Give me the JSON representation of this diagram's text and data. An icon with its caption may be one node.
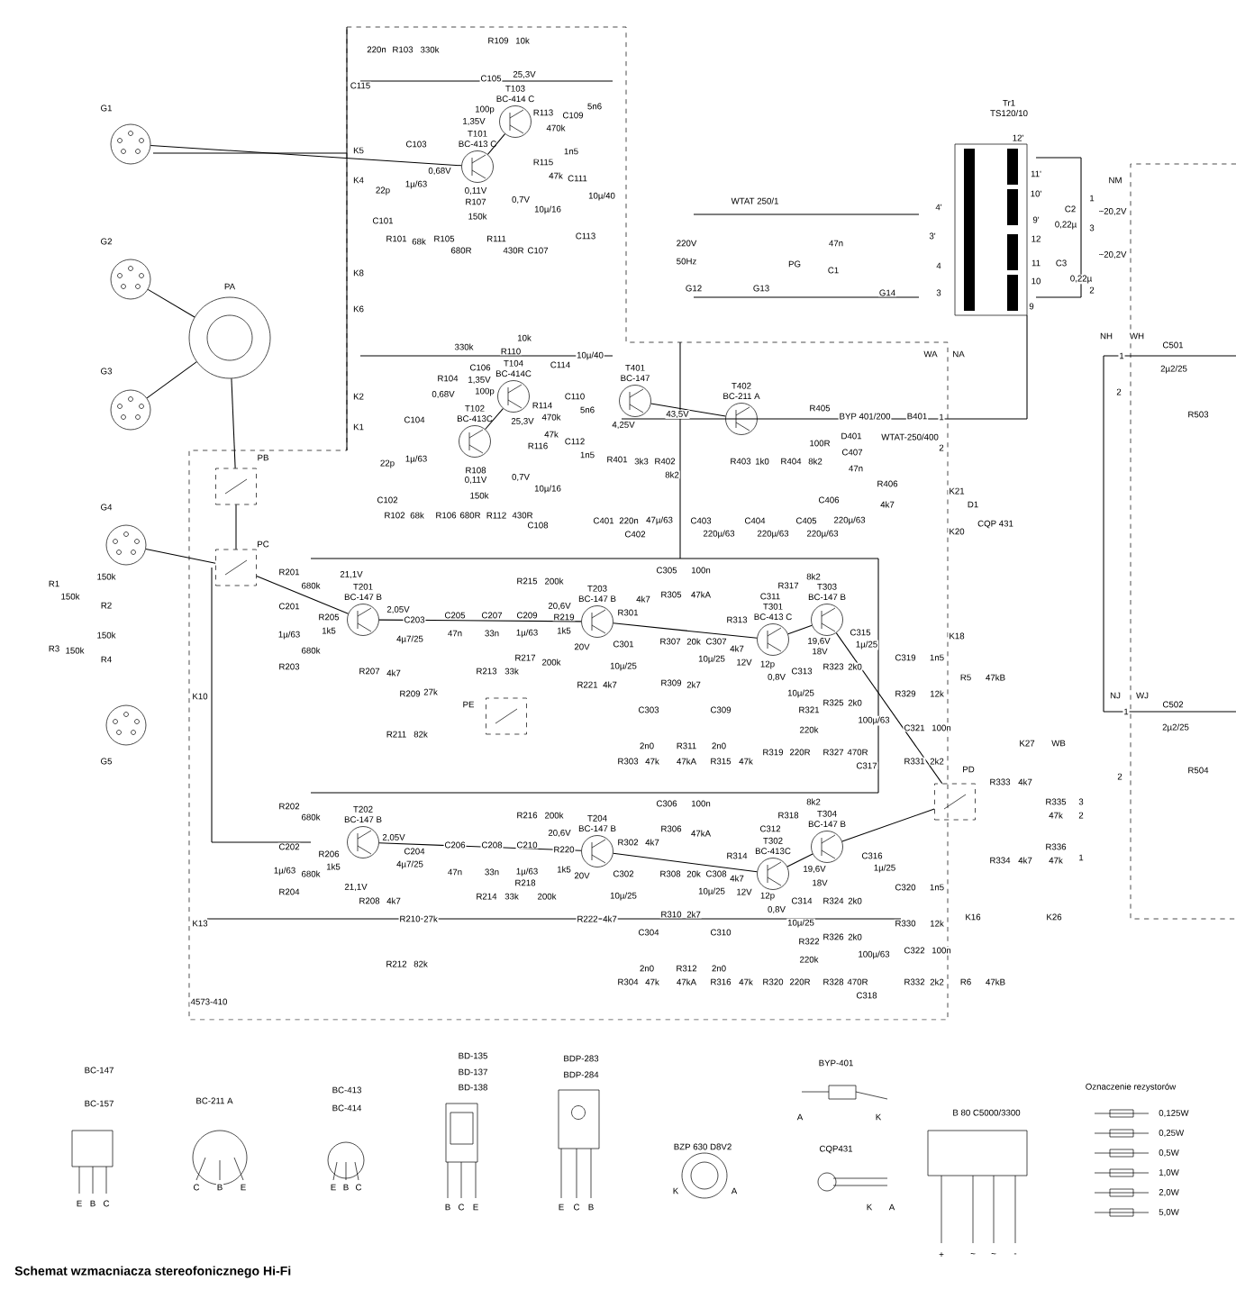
{
  "diagram": {
    "caption": "Schemat wzmacniacza stereofonicznego Hi-Fi",
    "nodes": [
      {
        "text": [
          "G1"
        ]
      },
      {
        "text": [
          "G2"
        ]
      },
      {
        "text": [
          "G3"
        ]
      },
      {
        "text": [
          "G4"
        ]
      },
      {
        "text": [
          "G5"
        ]
      },
      {
        "text": [
          "PA"
        ]
      },
      {
        "text": [
          "PB"
        ]
      },
      {
        "text": [
          "PC"
        ]
      },
      {
        "text": [
          "PE"
        ]
      },
      {
        "text": [
          "PD"
        ]
      },
      {
        "text": [
          "Tr1",
          "TS120/10"
        ]
      },
      {
        "text": [
          "T101",
          "BC-413 C"
        ]
      },
      {
        "text": [
          "T103",
          "BC-414 C"
        ]
      },
      {
        "text": [
          "T102",
          "BC-413C"
        ]
      },
      {
        "text": [
          "T104",
          "BC-414C"
        ]
      },
      {
        "text": [
          "T401",
          "BC-147"
        ]
      },
      {
        "text": [
          "T402",
          "BC-211 A"
        ]
      },
      {
        "text": [
          "T201",
          "BC-147 B"
        ]
      },
      {
        "text": [
          "T203",
          "BC-147 B"
        ]
      },
      {
        "text": [
          "T301",
          "BC-413 C"
        ]
      },
      {
        "text": [
          "T303",
          "BC-147 B"
        ]
      },
      {
        "text": [
          "T202",
          "BC-147 B"
        ]
      },
      {
        "text": [
          "T204",
          "BC-147 B"
        ]
      },
      {
        "text": [
          "T302",
          "BC-413C"
        ]
      },
      {
        "text": [
          "T304",
          "BC-147 B"
        ]
      }
    ],
    "edges": [
      {
        "from": 0,
        "to": 11,
        "arrow": "none"
      },
      {
        "from": 1,
        "to": 5,
        "arrow": "none"
      },
      {
        "from": 2,
        "to": 5,
        "arrow": "none"
      },
      {
        "from": 5,
        "to": 6,
        "arrow": "none"
      },
      {
        "from": 6,
        "to": 7,
        "arrow": "none"
      },
      {
        "from": 3,
        "to": 7,
        "arrow": "none"
      },
      {
        "from": 7,
        "to": 17,
        "arrow": "none"
      },
      {
        "from": 11,
        "to": 12,
        "arrow": "none"
      },
      {
        "from": 13,
        "to": 14,
        "arrow": "none"
      },
      {
        "from": 15,
        "to": 16,
        "arrow": "none"
      },
      {
        "from": 17,
        "to": 18,
        "arrow": "none"
      },
      {
        "from": 18,
        "to": 19,
        "arrow": "none"
      },
      {
        "from": 19,
        "to": 20,
        "arrow": "none"
      },
      {
        "from": 21,
        "to": 22,
        "arrow": "none"
      },
      {
        "from": 22,
        "to": 23,
        "arrow": "none"
      },
      {
        "from": 23,
        "to": 24,
        "arrow": "none"
      },
      {
        "from": 20,
        "to": 9,
        "arrow": "none"
      },
      {
        "from": 24,
        "to": 9,
        "arrow": "none"
      }
    ],
    "labels": [
      "K5",
      "K4",
      "K8",
      "K6",
      "K2",
      "K1",
      "C115",
      "220n",
      "R103",
      "330k",
      "R109",
      "10k",
      "C105",
      "100p",
      "25,3V",
      "1,35V",
      "0,68V",
      "C103",
      "1µ/63",
      "R113",
      "470k",
      "C109",
      "5n6",
      "R115",
      "47k",
      "C111",
      "1n5",
      "0,11V",
      "R107",
      "150k",
      "0,7V",
      "10µ/16",
      "C101",
      "22p",
      "R101",
      "68k",
      "R105",
      "680R",
      "R111",
      "430R",
      "C107",
      "C113",
      "10µ/40",
      "R104",
      "330k",
      "R110",
      "10k",
      "C106",
      "100p",
      "25,3V",
      "1,35V",
      "0,68V",
      "C114",
      "10µ/40",
      "C110",
      "5n6",
      "R114",
      "470k",
      "R116",
      "47k",
      "C112",
      "1n5",
      "C104",
      "1µ/63",
      "C102",
      "22p",
      "R102",
      "68k",
      "R106",
      "680R",
      "R108",
      "150k",
      "0,11V",
      "0,7V",
      "R112",
      "430R",
      "C108",
      "10µ/16",
      "C401",
      "220n",
      "4,25V",
      "43,5V",
      "R401",
      "3k3",
      "C402",
      "47µ/63",
      "R402",
      "8k2",
      "C403",
      "220µ/63",
      "R403",
      "1k0",
      "C404",
      "220µ/63",
      "R404",
      "8k2",
      "C405",
      "220µ/63",
      "R405",
      "100R",
      "BYP 401/200",
      "D401",
      "B401",
      "WTAT-250/400",
      "C407",
      "47n",
      "C406",
      "220µ/63",
      "R406",
      "4k7",
      "K21",
      "K20",
      "D1",
      "CQP 431",
      "WTAT 250/1",
      "220V",
      "50Hz",
      "PG",
      "G12",
      "G13",
      "C1",
      "47n",
      "G14",
      "4'",
      "3'",
      "4",
      "3",
      "12'",
      "11'",
      "10'",
      "9'",
      "12",
      "11",
      "10",
      "9",
      "C2",
      "0,22µ",
      "C3",
      "0,22µ",
      "1",
      "3",
      "~20,2V",
      "~20,2V",
      "2",
      "NM",
      "WA",
      "NA",
      "NH",
      "WH",
      "1",
      "2",
      "C501",
      "2µ2/25",
      "R503",
      "1",
      "2",
      "R1",
      "150k",
      "R2",
      "150k",
      "R3",
      "150k",
      "R4",
      "150k",
      "K10",
      "K13",
      "R201",
      "680k",
      "R203",
      "680k",
      "R205",
      "1k5",
      "C201",
      "1µ/63",
      "21,1V",
      "2,05V",
      "C203",
      "4µ7/25",
      "R207",
      "4k7",
      "R209",
      "27k",
      "R211",
      "82k",
      "C205",
      "47n",
      "C207",
      "33n",
      "C209",
      "1µ/63",
      "R213",
      "33k",
      "R215",
      "200k",
      "R217",
      "200k",
      "R219",
      "1k5",
      "20,6V",
      "20V",
      "C301",
      "10µ/25",
      "R221",
      "4k7",
      "R301",
      "4k7",
      "R303",
      "47k",
      "C303",
      "2n0",
      "C305",
      "100n",
      "R305",
      "47kA",
      "R307",
      "20k",
      "C307",
      "10µ/25",
      "R309",
      "2k7",
      "R311",
      "47kA",
      "C309",
      "2n0",
      "R313",
      "4k7",
      "R315",
      "47k",
      "C311",
      "12p",
      "R317",
      "8k2",
      "19,6V",
      "0,8V",
      "12V",
      "18V",
      "C313",
      "10µ/25",
      "R321",
      "220k",
      "R319",
      "220R",
      "R323",
      "2k0",
      "R325",
      "2k0",
      "R327",
      "470R",
      "C317",
      "100µ/63",
      "C315",
      "1µ/25",
      "K18",
      "C319",
      "1n5",
      "R329",
      "12k",
      "C321",
      "100n",
      "R331",
      "2k2",
      "R5",
      "47kB",
      "K27",
      "WB",
      "R333",
      "4k7",
      "R335",
      "47k",
      "3",
      "NJ",
      "WJ",
      "1",
      "2",
      "C502",
      "2µ2/25",
      "R504",
      "R202",
      "680k",
      "R204",
      "680k",
      "R206",
      "1k5",
      "C202",
      "1µ/63",
      "2,05V",
      "21,1V",
      "C204",
      "4µ7/25",
      "R208",
      "4k7",
      "R210",
      "27k",
      "R212",
      "82k",
      "C206",
      "47n",
      "C208",
      "33n",
      "C210",
      "1µ/63",
      "R214",
      "33k",
      "R216",
      "200k",
      "R218",
      "200k",
      "R220",
      "1k5",
      "20,6V",
      "20V",
      "C302",
      "10µ/25",
      "R222",
      "4k7",
      "R302",
      "4k7",
      "R304",
      "47k",
      "C304",
      "2n0",
      "C306",
      "100n",
      "R306",
      "47kA",
      "R308",
      "20k",
      "C308",
      "10µ/25",
      "R310",
      "2k7",
      "R312",
      "47kA",
      "C310",
      "2n0",
      "R314",
      "4k7",
      "R316",
      "47k",
      "C312",
      "12p",
      "R318",
      "8k2",
      "19,6V",
      "0,8V",
      "12V",
      "18V",
      "C314",
      "10µ/25",
      "R322",
      "220k",
      "R320",
      "220R",
      "R324",
      "2k0",
      "R326",
      "2k0",
      "R328",
      "470R",
      "C318",
      "100µ/63",
      "C316",
      "1µ/25",
      "C320",
      "1n5",
      "R330",
      "12k",
      "C322",
      "100n",
      "R332",
      "2k2",
      "K16",
      "K26",
      "R6",
      "47kB",
      "R334",
      "4k7",
      "R336",
      "47k",
      "1",
      "2",
      "4573-410",
      "BC-147",
      "BC-157",
      "BC-211 A",
      "BC-413",
      "BC-414",
      "BD-135",
      "BD-137",
      "BD-138",
      "BDP-283",
      "BDP-284",
      "BZP 630 D8V2",
      "BYP-401",
      "CQP431",
      "B 80 C5000/3300",
      "Oznaczenie rezystorów",
      "E",
      "B",
      "C",
      "C",
      "B",
      "E",
      "E",
      "B",
      "C",
      "B",
      "C",
      "E",
      "E",
      "C",
      "B",
      "K",
      "A",
      "A",
      "K",
      "K",
      "A",
      "+",
      "~",
      "~",
      "-"
    ],
    "legend": [
      {
        "text": "0,125W"
      },
      {
        "text": "0,25W"
      },
      {
        "text": "0,5W"
      },
      {
        "text": "1,0W"
      },
      {
        "text": "2,0W"
      },
      {
        "text": "5,0W"
      }
    ]
  }
}
